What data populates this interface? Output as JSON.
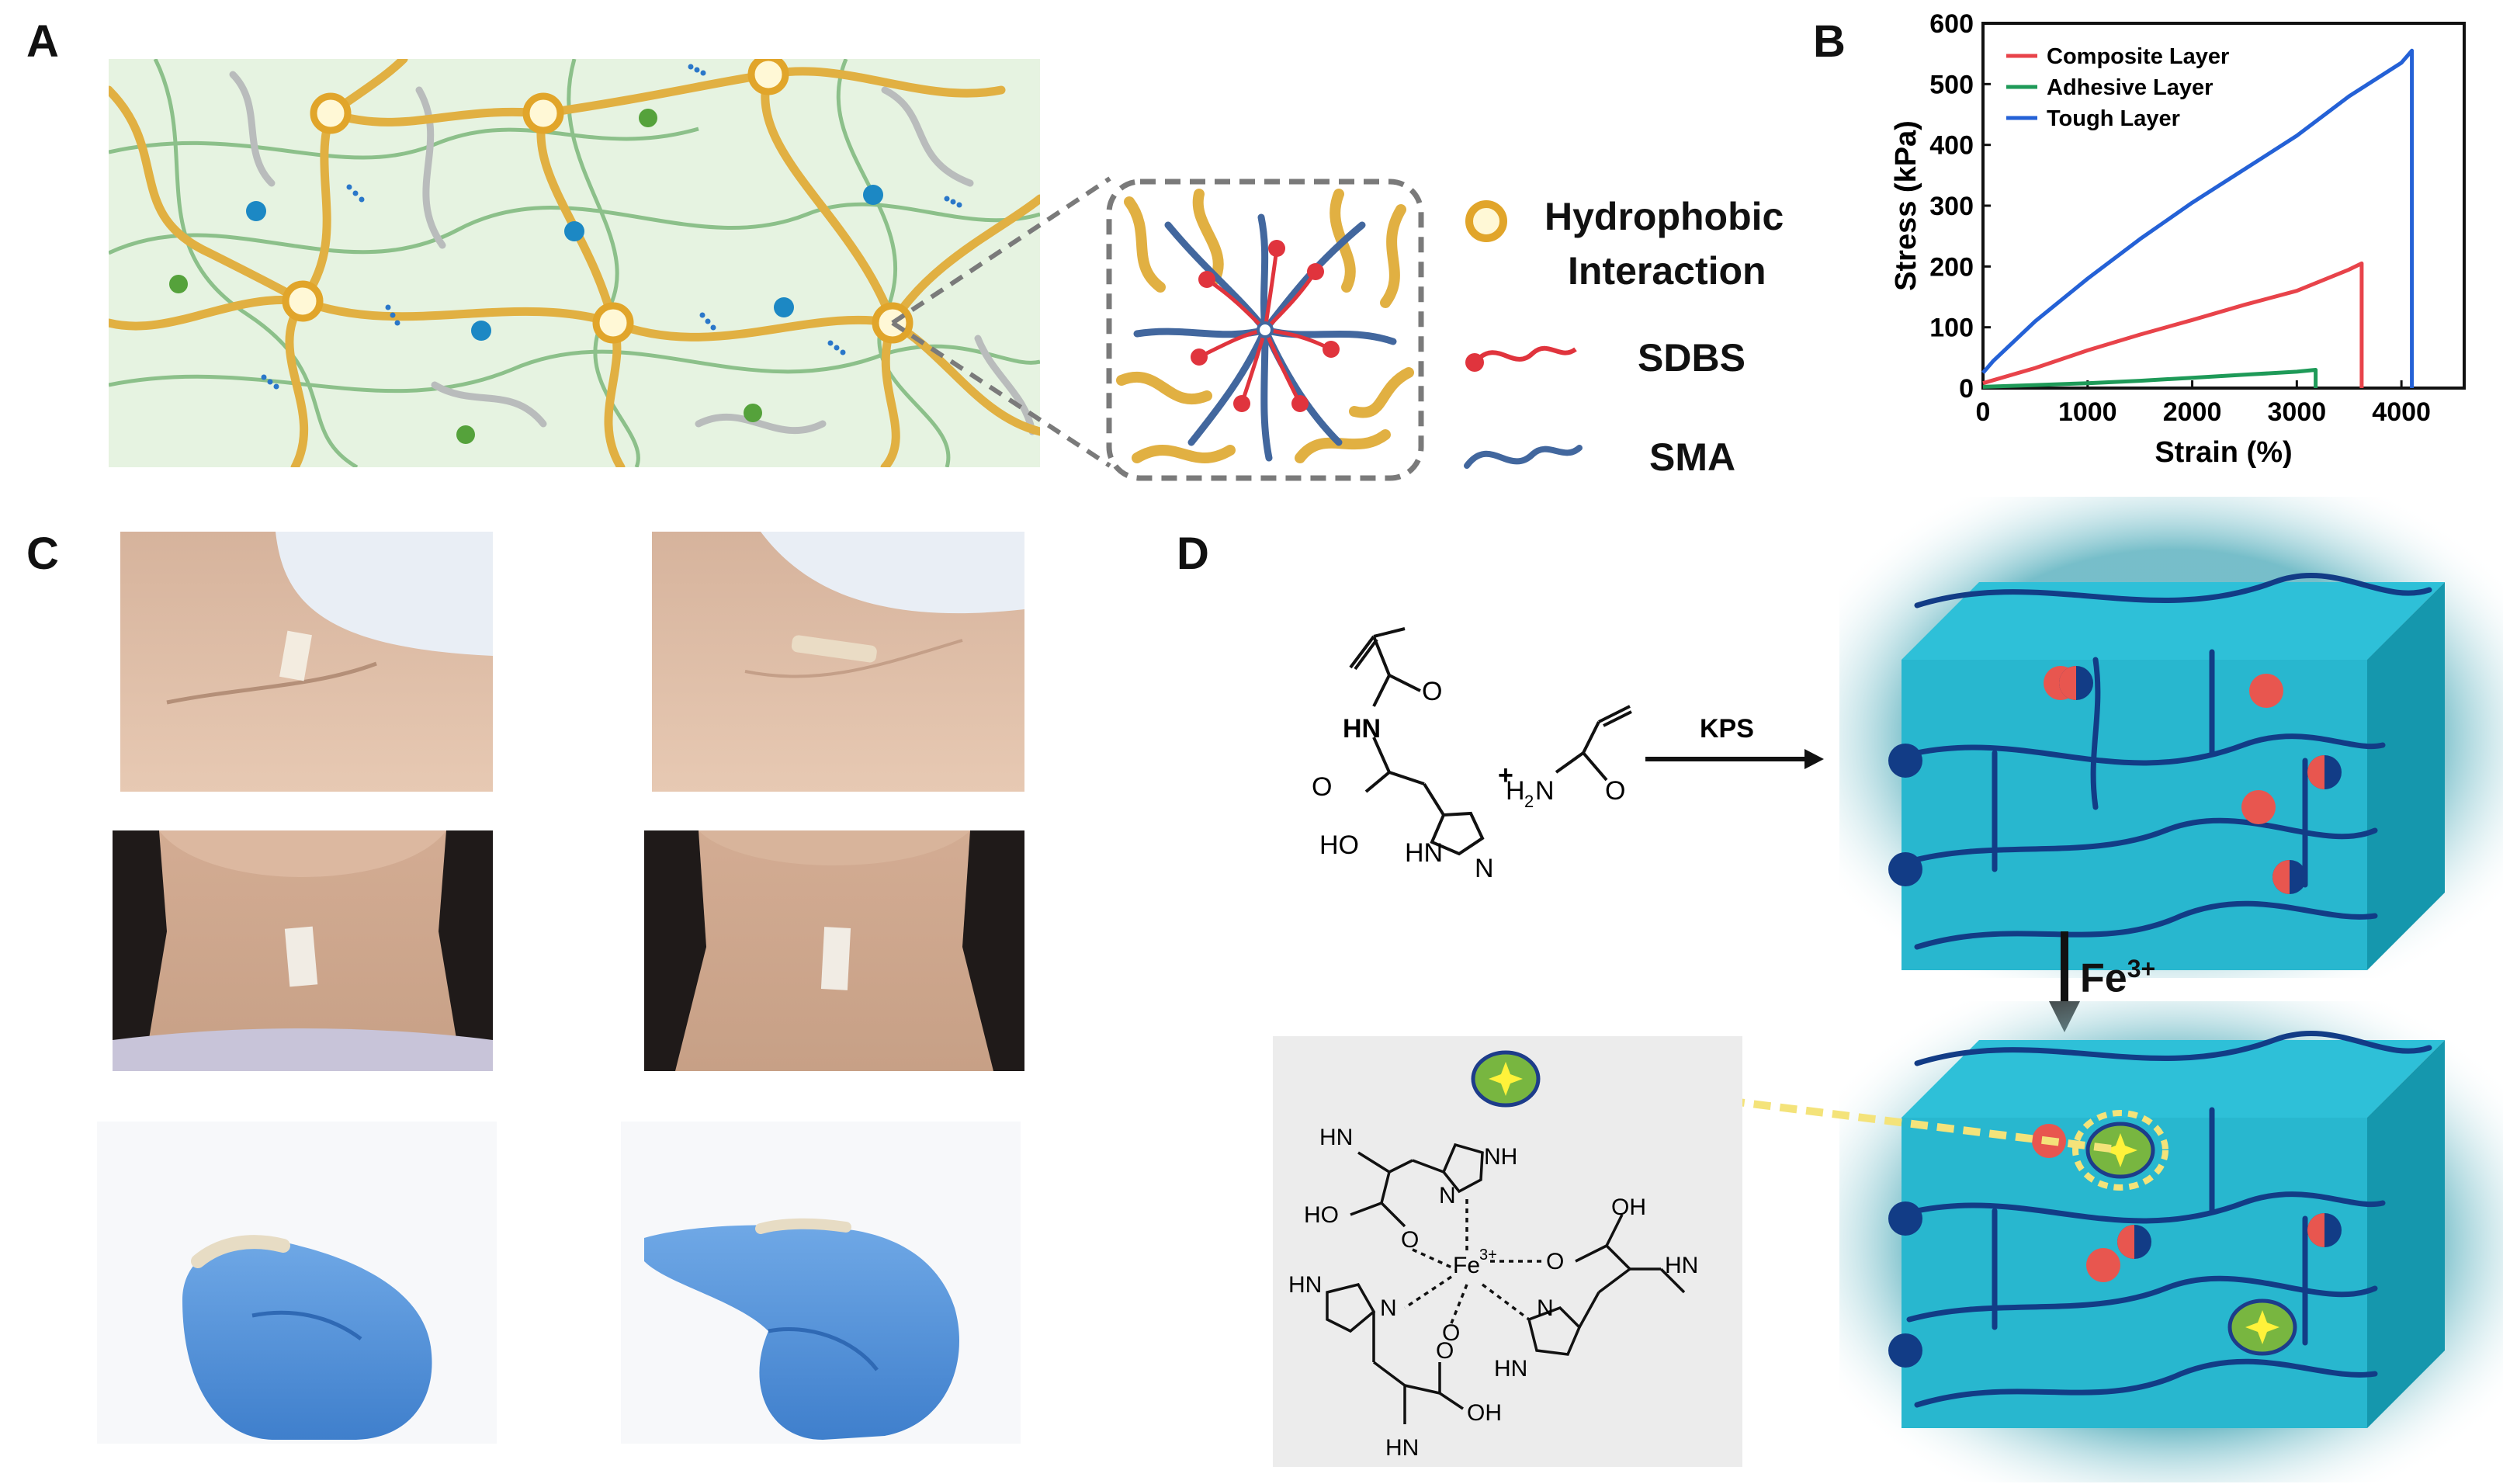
{
  "panels": {
    "a": "A",
    "b": "B",
    "c": "C",
    "d": "D"
  },
  "panel_a_legend": {
    "hydrophobic_line1": "Hydrophobic",
    "hydrophobic_line2": "Interaction",
    "sdbs": "SDBS",
    "sma": "SMA"
  },
  "panel_d": {
    "kps": "KPS",
    "fe": "Fe",
    "fe_sup": "3+",
    "plus": "+",
    "hn": "HN",
    "o": "O",
    "ho": "HO",
    "h2n": "H",
    "h2n_sub": "2",
    "n_label": "N",
    "nh": "HN",
    "n2": "N",
    "c_hn_top": "HN",
    "c_nh_top": "NH",
    "c_ho": "HO",
    "c_o1": "O",
    "c_fe": "Fe",
    "c_fe_sup": "3+",
    "c_o2": "O",
    "c_oh": "OH",
    "c_n": "N",
    "c_hn_left": "HN",
    "c_n_left": "N",
    "c_n_right": "N",
    "c_hn_right": "HN",
    "c_hn_bottom": "HN",
    "c_o3": "O",
    "c_oh_bottom": "OH",
    "c_o4": "O",
    "c_n_topright": "N",
    "c_hn_far": "HN"
  },
  "chart_data": {
    "type": "line",
    "xlabel": "Strain (%)",
    "ylabel": "Stress (kPa)",
    "xlim": [
      0,
      4600
    ],
    "ylim": [
      0,
      600
    ],
    "xticks": [
      0,
      1000,
      2000,
      3000,
      4000
    ],
    "yticks": [
      0,
      100,
      200,
      300,
      400,
      500,
      600
    ],
    "legend_position": "top-left",
    "grid": false,
    "series": [
      {
        "name": "Composite Layer",
        "color": "#e8434a",
        "x": [
          0,
          500,
          1000,
          1500,
          2000,
          2500,
          3000,
          3500,
          3620,
          3620
        ],
        "y": [
          8,
          33,
          62,
          88,
          112,
          137,
          160,
          195,
          205,
          0
        ]
      },
      {
        "name": "Adhesive Layer",
        "color": "#1e9a58",
        "x": [
          0,
          500,
          1000,
          1500,
          2000,
          2500,
          3000,
          3180,
          3180
        ],
        "y": [
          2,
          5,
          8,
          12,
          17,
          22,
          27,
          30,
          0
        ]
      },
      {
        "name": "Tough Layer",
        "color": "#2461d6",
        "x": [
          0,
          100,
          500,
          1000,
          1500,
          2000,
          2500,
          3000,
          3500,
          4000,
          4100,
          4100
        ],
        "y": [
          25,
          45,
          110,
          180,
          245,
          305,
          360,
          415,
          480,
          535,
          555,
          0
        ]
      }
    ]
  }
}
